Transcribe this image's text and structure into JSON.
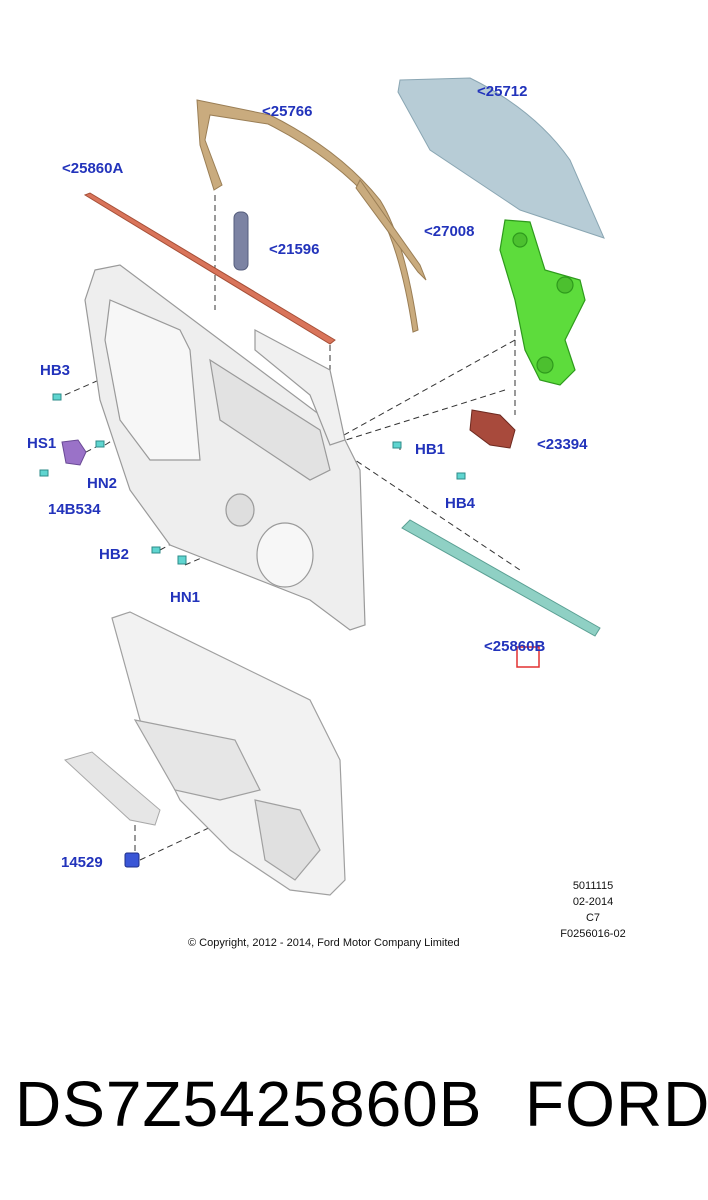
{
  "callouts": {
    "p25766": "<25766",
    "p25712": "<25712",
    "p25860a": "<25860A",
    "p21596": "<21596",
    "p27008": "<27008",
    "hb3": "HB3",
    "hs1": "HS1",
    "hn2": "HN2",
    "p14b534": "14B534",
    "hb1": "HB1",
    "p23394": "<23394",
    "hb4": "HB4",
    "hb2": "HB2",
    "hn1": "HN1",
    "p25860b": "<25860B",
    "p14529": "14529"
  },
  "meta": {
    "line1": "5011115",
    "line2": "02-2014",
    "line3": "C7",
    "line4": "F0256016-02"
  },
  "copyright": "© Copyright, 2012 - 2014, Ford Motor Company Limited",
  "footer": {
    "part_number": "DS7Z5425860B",
    "brand": "FORD"
  },
  "colors": {
    "callout": "#2233bb",
    "glass": "#b7ccd6",
    "regulator": "#5ddc3c",
    "belt_outer": "#d9745a",
    "belt_inner": "#8fd0c4",
    "frame": "#c9ab7e",
    "highlight": "#e23030"
  }
}
